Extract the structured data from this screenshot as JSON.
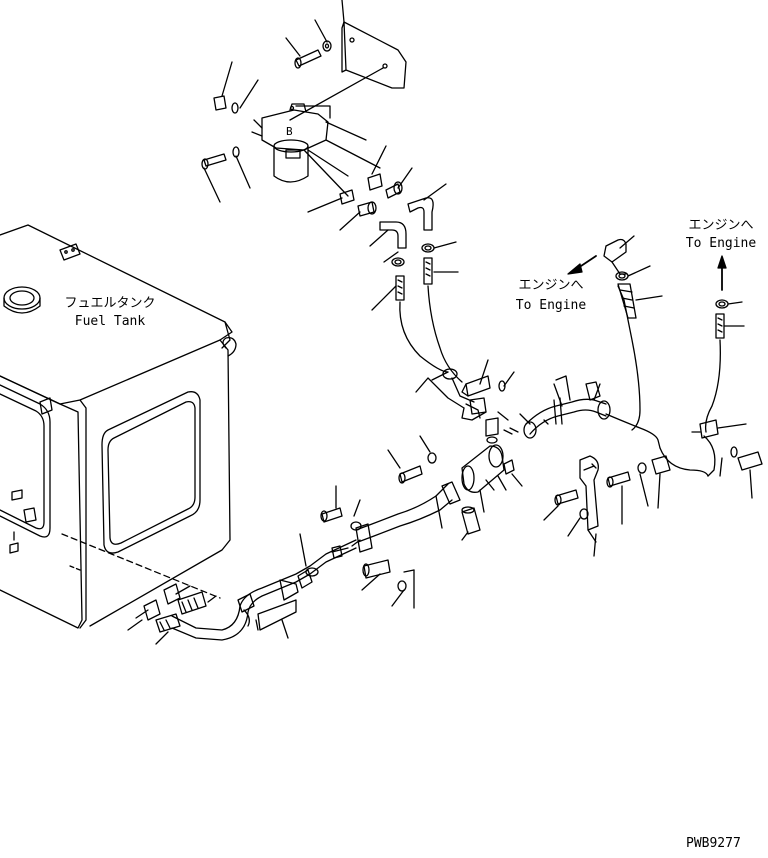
{
  "labels": {
    "fuel_tank_jp": "フュエルタンク",
    "fuel_tank_en": "Fuel Tank",
    "to_engine_left_jp": "エンジンへ",
    "to_engine_left_en": "To Engine",
    "to_engine_right_jp": "エンジンへ",
    "to_engine_right_en": "To Engine",
    "filter_mark": "B",
    "drawing_code": "PWB9277"
  }
}
